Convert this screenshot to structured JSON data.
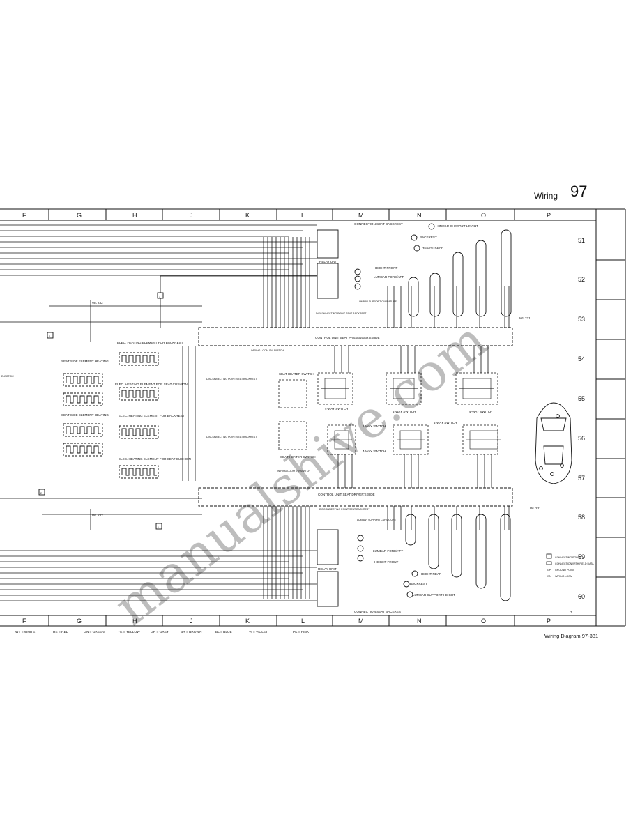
{
  "header": {
    "title": "Wiring",
    "page": "97"
  },
  "footer": {
    "ref": "Wiring Diagram 97-381"
  },
  "sheet_number": "7",
  "columns": [
    "F",
    "G",
    "H",
    "J",
    "K",
    "L",
    "M",
    "N",
    "O",
    "P"
  ],
  "columns_bottom": [
    "F",
    "G",
    "H",
    "J",
    "K",
    "L",
    "M",
    "N",
    "O",
    "P"
  ],
  "rows": [
    "51",
    "52",
    "53",
    "54",
    "55",
    "56",
    "57",
    "58",
    "59",
    "60"
  ],
  "legend_colors": [
    "WT = WHITE",
    "RE = RED",
    "GN = GREEN",
    "YE = YELLOW",
    "GR = GREY",
    "BR = BROWN",
    "BL = BLUE",
    "VI = VIOLET",
    "PK = PINK"
  ],
  "legend_symbols": [
    "CONNECTING POINT",
    "CONNECTION WITH FIELD DATA",
    "GROUND POINT",
    "WIRING LOOM"
  ],
  "legend_abbr": [
    "GP",
    "WL"
  ],
  "labels": {
    "connection_seat_backrest": "CONNECTION SEAT BACKREST",
    "lumbar_support_height": "LUMBAR SUPPORT HEIGHT",
    "backrest": "BACKREST",
    "height_rear": "HEIGHT REAR",
    "height_front": "HEIGHT FRONT",
    "lumbar_fore_aft": "LUMBAR FORE/AFT",
    "relay_unit": "RELAY UNIT",
    "lumbar_support_curvature": "LUMBAR SUPPORT CURVATURE",
    "disconnecting_point_seat_backrest": "DISCONNECTING POINT SEAT BACKREST",
    "control_unit_passenger": "CONTROL UNIT SEAT PASSENGER'S SIDE",
    "control_unit_driver": "CONTROL UNIT SEAT DRIVER'S SIDE",
    "elec_heating_backrest": "ELEC. HEATING ELEMENT FOR BACKREST",
    "elec_heating_cushion": "ELEC. HEATING ELEMENT FOR SEAT CUSHION",
    "seat_side_element_heating": "SEAT SIDE ELEMENT HEATING",
    "seat_heater_switch": "SEAT HEATER SWITCH",
    "four_way_switch": "4-WAY SWITCH",
    "one_way_switch": "1-WAY SWITCH",
    "wiring_loom_switch": "WIRING LOOM SW SWITCH",
    "electric": "ELECTRIC",
    "wl_231": "WL 231",
    "wl_232": "WL 232",
    "conn_1": "1",
    "conn_2": "2"
  },
  "watermark": "manualshive.com"
}
